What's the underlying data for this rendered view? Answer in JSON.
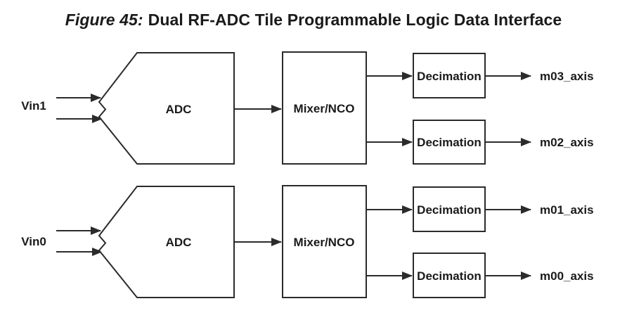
{
  "figure_caption": {
    "label": "Figure 45:",
    "title": "Dual RF-ADC Tile Programmable Logic Data Interface"
  },
  "colors": {
    "background": "#ffffff",
    "line": "#2b2b2b",
    "text": "#1a1a1a"
  },
  "tiles": [
    {
      "input_label": "Vin1",
      "adc_label": "ADC",
      "mixer_label": "Mixer/NCO",
      "decimation_labels": [
        "Decimation",
        "Decimation"
      ],
      "output_labels": [
        "m03_axis",
        "m02_axis"
      ]
    },
    {
      "input_label": "Vin0",
      "adc_label": "ADC",
      "mixer_label": "Mixer/NCO",
      "decimation_labels": [
        "Decimation",
        "Decimation"
      ],
      "output_labels": [
        "m01_axis",
        "m00_axis"
      ]
    }
  ]
}
